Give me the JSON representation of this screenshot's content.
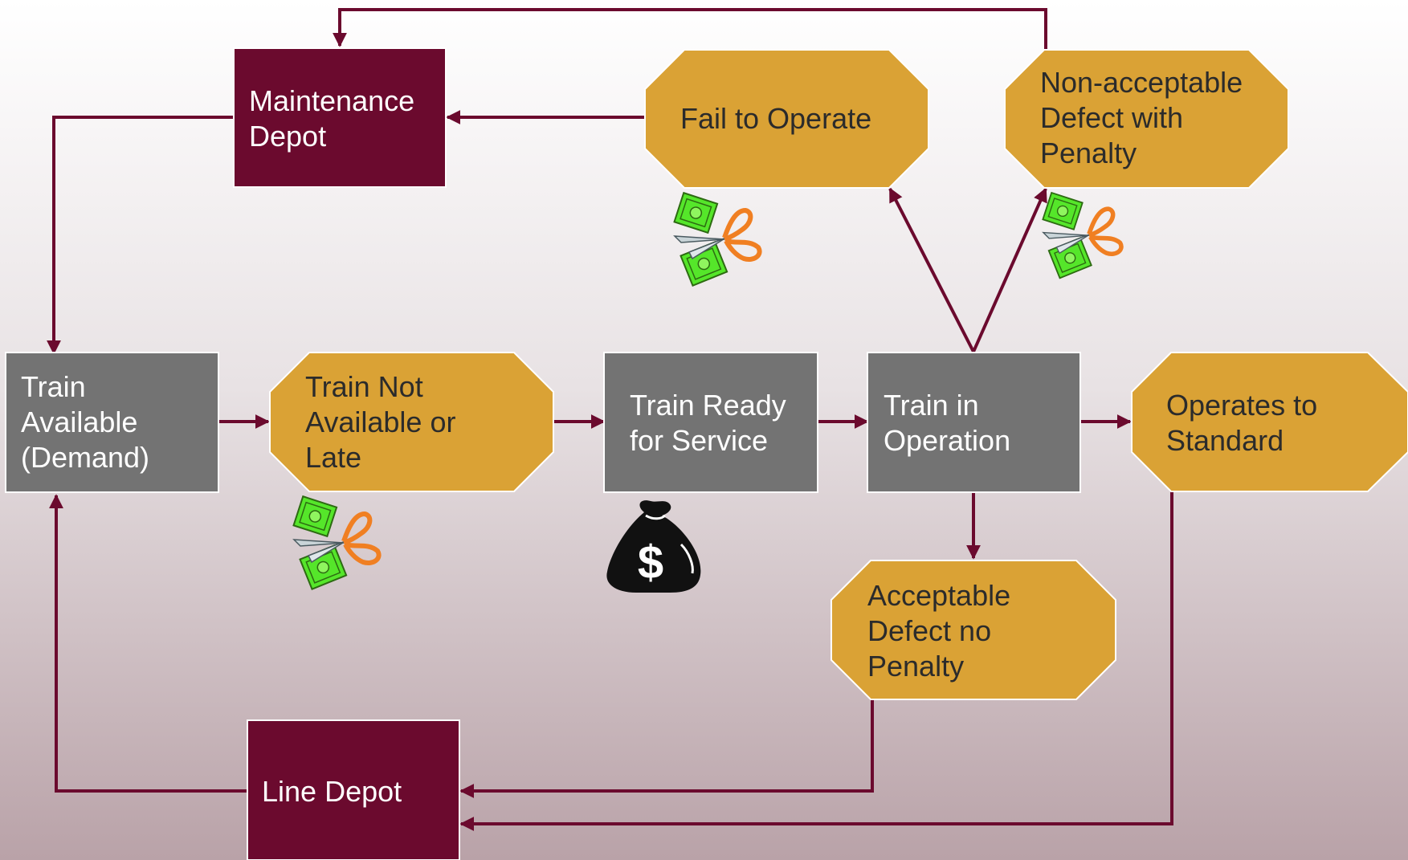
{
  "colors": {
    "maroon": "#6b0a2e",
    "gray": "#737373",
    "gold": "#daa235",
    "arrow": "#6b0a2e",
    "money_green": "#55e62a",
    "scissor_orange": "#f07f22"
  },
  "nodes": {
    "maintenance_depot": "Maintenance\nDepot",
    "fail_to_operate": "Fail to Operate",
    "non_acceptable_defect": "Non-acceptable\nDefect with\nPenalty",
    "train_available": "Train\nAvailable\n(Demand)",
    "train_not_available": "Train Not\nAvailable or\nLate",
    "train_ready": "Train Ready\nfor Service",
    "train_in_operation": "Train in\nOperation",
    "operates_to_standard": "Operates to\nStandard",
    "acceptable_defect": "Acceptable\nDefect no\nPenalty",
    "line_depot": "Line Depot"
  },
  "icons": {
    "cost_cut": "money-scissors-icon",
    "revenue": "money-bag-icon",
    "money_bag_symbol": "$"
  }
}
